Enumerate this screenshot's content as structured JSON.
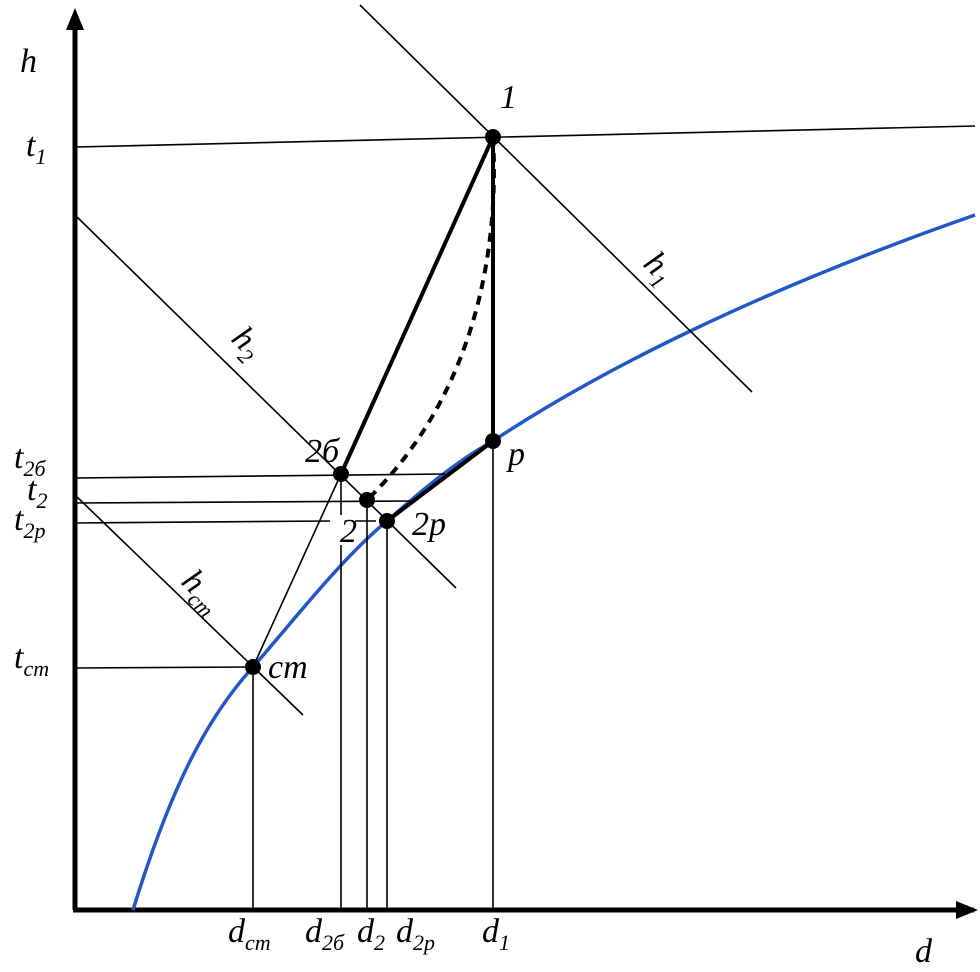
{
  "axes": {
    "y_label": "h",
    "x_label": "d"
  },
  "colors": {
    "saturation_curve": "#2058c8",
    "lines": "#000000"
  },
  "points": {
    "p1": "1",
    "p": "p",
    "p2b": "2б",
    "p2": "2",
    "p2p": "2p",
    "cm": "cm"
  },
  "enthalpy_lines": [
    {
      "main": "h",
      "sub": "1"
    },
    {
      "main": "h",
      "sub": "2"
    },
    {
      "main": "h",
      "sub": "cm"
    }
  ],
  "y_ticks": [
    {
      "main": "t",
      "sub": "1"
    },
    {
      "main": "t",
      "sub": "2б"
    },
    {
      "main": "t",
      "sub": "2"
    },
    {
      "main": "t",
      "sub": "2p"
    },
    {
      "main": "t",
      "sub": "cm"
    }
  ],
  "x_ticks": [
    {
      "main": "d",
      "sub": "cm"
    },
    {
      "main": "d",
      "sub": "2б"
    },
    {
      "main": "d",
      "sub": "2"
    },
    {
      "main": "d",
      "sub": "2p"
    },
    {
      "main": "d",
      "sub": "1"
    }
  ]
}
